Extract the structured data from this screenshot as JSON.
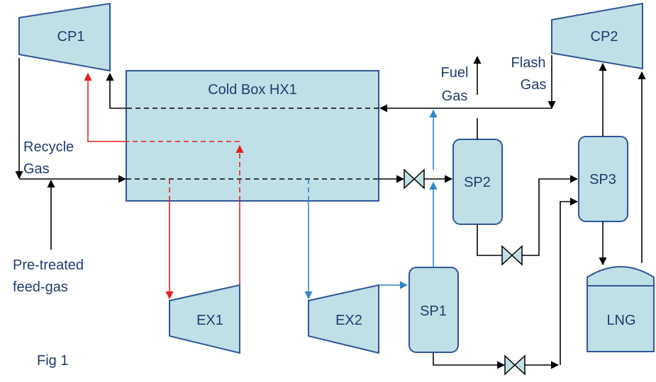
{
  "units": {
    "cp1": "CP1",
    "cp2": "CP2",
    "hx1": "Cold Box HX1",
    "ex1": "EX1",
    "ex2": "EX2",
    "sp1": "SP1",
    "sp2": "SP2",
    "sp3": "SP3",
    "lng": "LNG"
  },
  "streams": {
    "recycle_line1": "Recycle",
    "recycle_line2": "Gas",
    "feed_line1": "Pre-treated",
    "feed_line2": "feed-gas",
    "fuel_line1": "Fuel",
    "fuel_line2": "Gas",
    "flash_line1": "Flash",
    "flash_line2": "Gas"
  },
  "caption": "Fig 1",
  "colors": {
    "unit_fill": "#bfe0e6",
    "unit_stroke": "#2f5597",
    "label_text": "#1f3a6e",
    "hot_refrigerant": "#e02020",
    "cold_refrigerant": "#2e86c9",
    "process_line": "#000000"
  }
}
